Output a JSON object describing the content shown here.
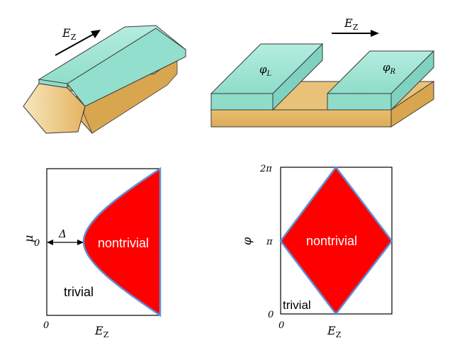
{
  "colors": {
    "shell_top": "#a6e8d9",
    "shell_front": "#8fdcc9",
    "shell_edge": "#6fbfae",
    "core_light": "#f7e6bf",
    "core_mid": "#e9c27a",
    "core_dark": "#d9a650",
    "outline": "#3a3a3a",
    "region_fill": "#ff0000",
    "boundary": "#5f8fd6",
    "region_text": "#ffffff"
  },
  "top_left": {
    "field_label_base": "E",
    "field_label_sub": "Z"
  },
  "top_right": {
    "field_label_base": "E",
    "field_label_sub": "Z",
    "phase_left_base": "φ",
    "phase_left_sub": "L",
    "phase_right_base": "φ",
    "phase_right_sub": "R"
  },
  "bottom_left": {
    "ylabel": "μ",
    "xlabel_base": "E",
    "xlabel_sub": "Z",
    "y_tick_zero": "0",
    "x_tick_zero": "0",
    "gap_label": "Δ",
    "region_label": "nontrivial",
    "outside_label": "trivial"
  },
  "bottom_right": {
    "ylabel": "φ",
    "xlabel_base": "E",
    "xlabel_sub": "Z",
    "y_tick_top": "2π",
    "y_tick_mid": "π",
    "y_tick_bottom": "0",
    "x_tick_zero": "0",
    "region_label": "nontrivial",
    "outside_label": "trivial"
  }
}
